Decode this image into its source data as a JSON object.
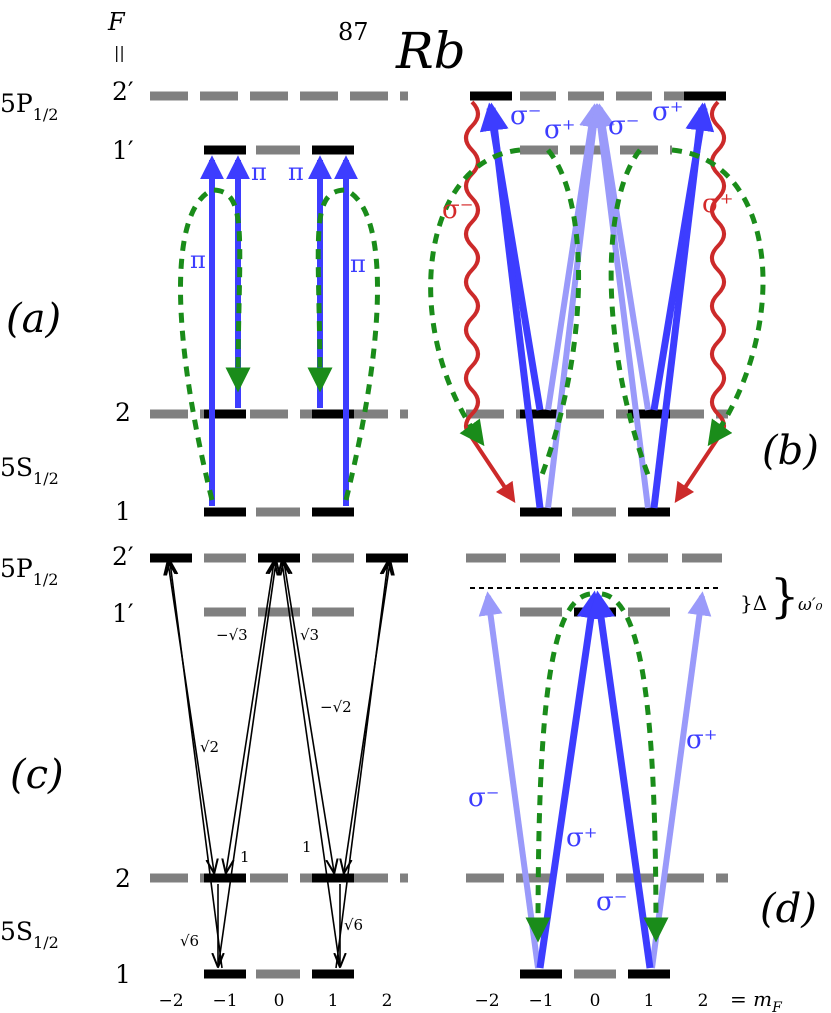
{
  "title": {
    "prefix": "87",
    "element": "Rb"
  },
  "f_header": {
    "symbol": "F",
    "equals": "||"
  },
  "levels": {
    "p_state": "5P",
    "p_sub": "1/2",
    "s_state": "5S",
    "s_sub": "1/2",
    "f2p": "2′",
    "f1p": "1′",
    "f2": "2",
    "f1": "1"
  },
  "panels": {
    "a": "(a)",
    "b": "(b)",
    "c": "(c)",
    "d": "(d)"
  },
  "labels_a": {
    "pi": "π"
  },
  "labels_b": {
    "sigma_minus": "σ⁻",
    "sigma_plus": "σ⁺"
  },
  "labels_c": {
    "neg_sqrt3": "−√3",
    "sqrt3": "√3",
    "neg_sqrt2": "−√2",
    "sqrt2": "√2",
    "one": "1",
    "sqrt6": "√6"
  },
  "labels_d": {
    "sigma_minus": "σ⁻",
    "sigma_plus": "σ⁺",
    "delta": "}Δ",
    "omega": "ω′₀",
    "brace": "}"
  },
  "axis": {
    "ticks": [
      "−2",
      "−1",
      "0",
      "1",
      "2"
    ],
    "label": "= m",
    "label_sub": "F"
  },
  "colors": {
    "blue": "#3d3dff",
    "light_blue": "#9a9afa",
    "green": "#1a8c1a",
    "red": "#cc2a2a",
    "level_gray": "#808080",
    "level_black": "#000000"
  }
}
